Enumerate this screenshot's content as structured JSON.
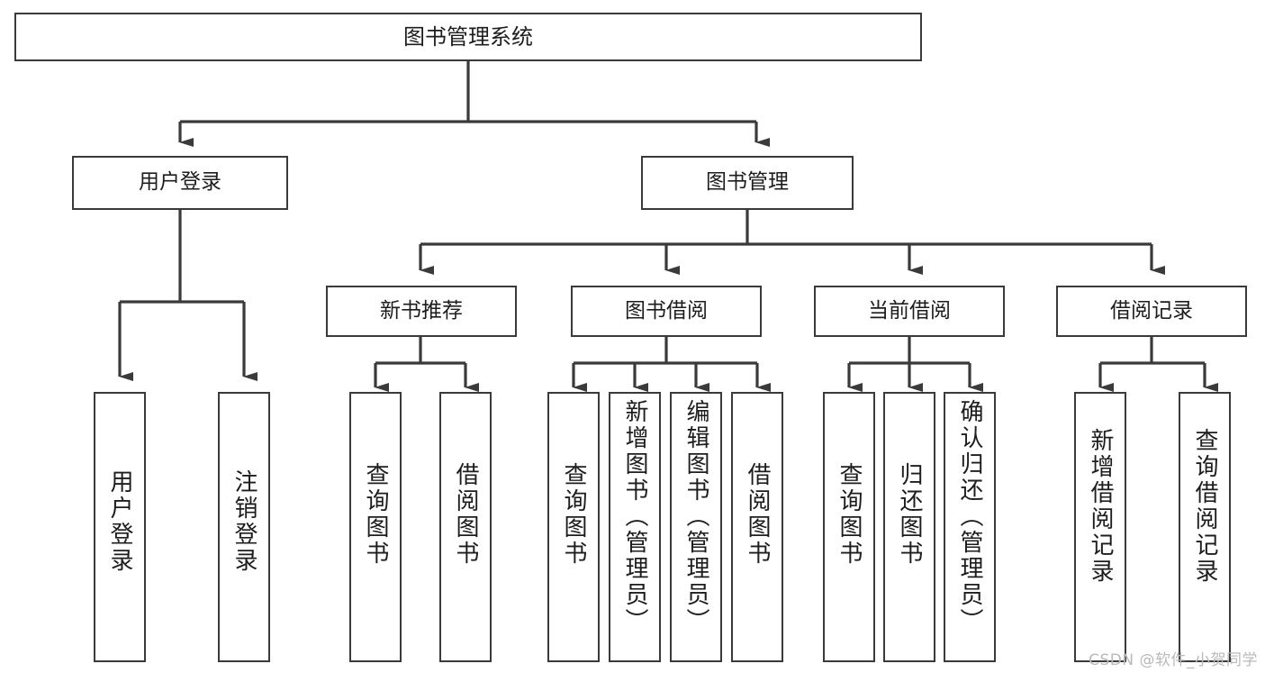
{
  "diagram": {
    "type": "tree-hierarchy",
    "title": "图书管理系统",
    "watermark": "CSDN @软件_小贺同学",
    "colors": {
      "background": "#ffffff",
      "border": "#3a3a3a",
      "connector": "#3a3a3a",
      "text": "#1d1d1d",
      "watermark": "#b9b9b9"
    },
    "nodes": {
      "root": {
        "label": "图书管理系统",
        "level": 1,
        "orientation": "horizontal"
      },
      "user_login": {
        "label": "用户登录",
        "level": 2,
        "orientation": "horizontal"
      },
      "book_manage": {
        "label": "图书管理",
        "level": 2,
        "orientation": "horizontal"
      },
      "new_book_rec": {
        "label": "新书推荐",
        "level": 3,
        "orientation": "horizontal"
      },
      "book_borrow": {
        "label": "图书借阅",
        "level": 3,
        "orientation": "horizontal"
      },
      "current_borrow": {
        "label": "当前借阅",
        "level": 3,
        "orientation": "horizontal"
      },
      "borrow_record": {
        "label": "借阅记录",
        "level": 3,
        "orientation": "horizontal"
      },
      "leaf_user_login": {
        "label": "用户登录",
        "level": 4,
        "orientation": "vertical"
      },
      "leaf_logout": {
        "label": "注销登录",
        "level": 4,
        "orientation": "vertical"
      },
      "leaf_query_book_1": {
        "label": "查询图书",
        "level": 4,
        "orientation": "vertical"
      },
      "leaf_borrow_book_1": {
        "label": "借阅图书",
        "level": 4,
        "orientation": "vertical"
      },
      "leaf_query_book_2": {
        "label": "查询图书",
        "level": 4,
        "orientation": "vertical"
      },
      "leaf_add_book": {
        "label": "新增图书（管理员）",
        "level": 4,
        "orientation": "vertical"
      },
      "leaf_edit_book": {
        "label": "编辑图书（管理员）",
        "level": 4,
        "orientation": "vertical"
      },
      "leaf_borrow_book_2": {
        "label": "借阅图书",
        "level": 4,
        "orientation": "vertical"
      },
      "leaf_query_book_3": {
        "label": "查询图书",
        "level": 4,
        "orientation": "vertical"
      },
      "leaf_return_book": {
        "label": "归还图书",
        "level": 4,
        "orientation": "vertical"
      },
      "leaf_confirm_return": {
        "label": "确认归还（管理员）",
        "level": 4,
        "orientation": "vertical"
      },
      "leaf_add_record": {
        "label": "新增借阅记录",
        "level": 4,
        "orientation": "vertical"
      },
      "leaf_query_record": {
        "label": "查询借阅记录",
        "level": 4,
        "orientation": "vertical"
      }
    },
    "edges": [
      {
        "from": "root",
        "to": "user_login"
      },
      {
        "from": "root",
        "to": "book_manage"
      },
      {
        "from": "user_login",
        "to": "leaf_user_login"
      },
      {
        "from": "user_login",
        "to": "leaf_logout"
      },
      {
        "from": "book_manage",
        "to": "new_book_rec"
      },
      {
        "from": "book_manage",
        "to": "book_borrow"
      },
      {
        "from": "book_manage",
        "to": "current_borrow"
      },
      {
        "from": "book_manage",
        "to": "borrow_record"
      },
      {
        "from": "new_book_rec",
        "to": "leaf_query_book_1"
      },
      {
        "from": "new_book_rec",
        "to": "leaf_borrow_book_1"
      },
      {
        "from": "book_borrow",
        "to": "leaf_query_book_2"
      },
      {
        "from": "book_borrow",
        "to": "leaf_add_book"
      },
      {
        "from": "book_borrow",
        "to": "leaf_edit_book"
      },
      {
        "from": "book_borrow",
        "to": "leaf_borrow_book_2"
      },
      {
        "from": "current_borrow",
        "to": "leaf_query_book_3"
      },
      {
        "from": "current_borrow",
        "to": "leaf_return_book"
      },
      {
        "from": "current_borrow",
        "to": "leaf_confirm_return"
      },
      {
        "from": "borrow_record",
        "to": "leaf_add_record"
      },
      {
        "from": "borrow_record",
        "to": "leaf_query_record"
      }
    ]
  }
}
